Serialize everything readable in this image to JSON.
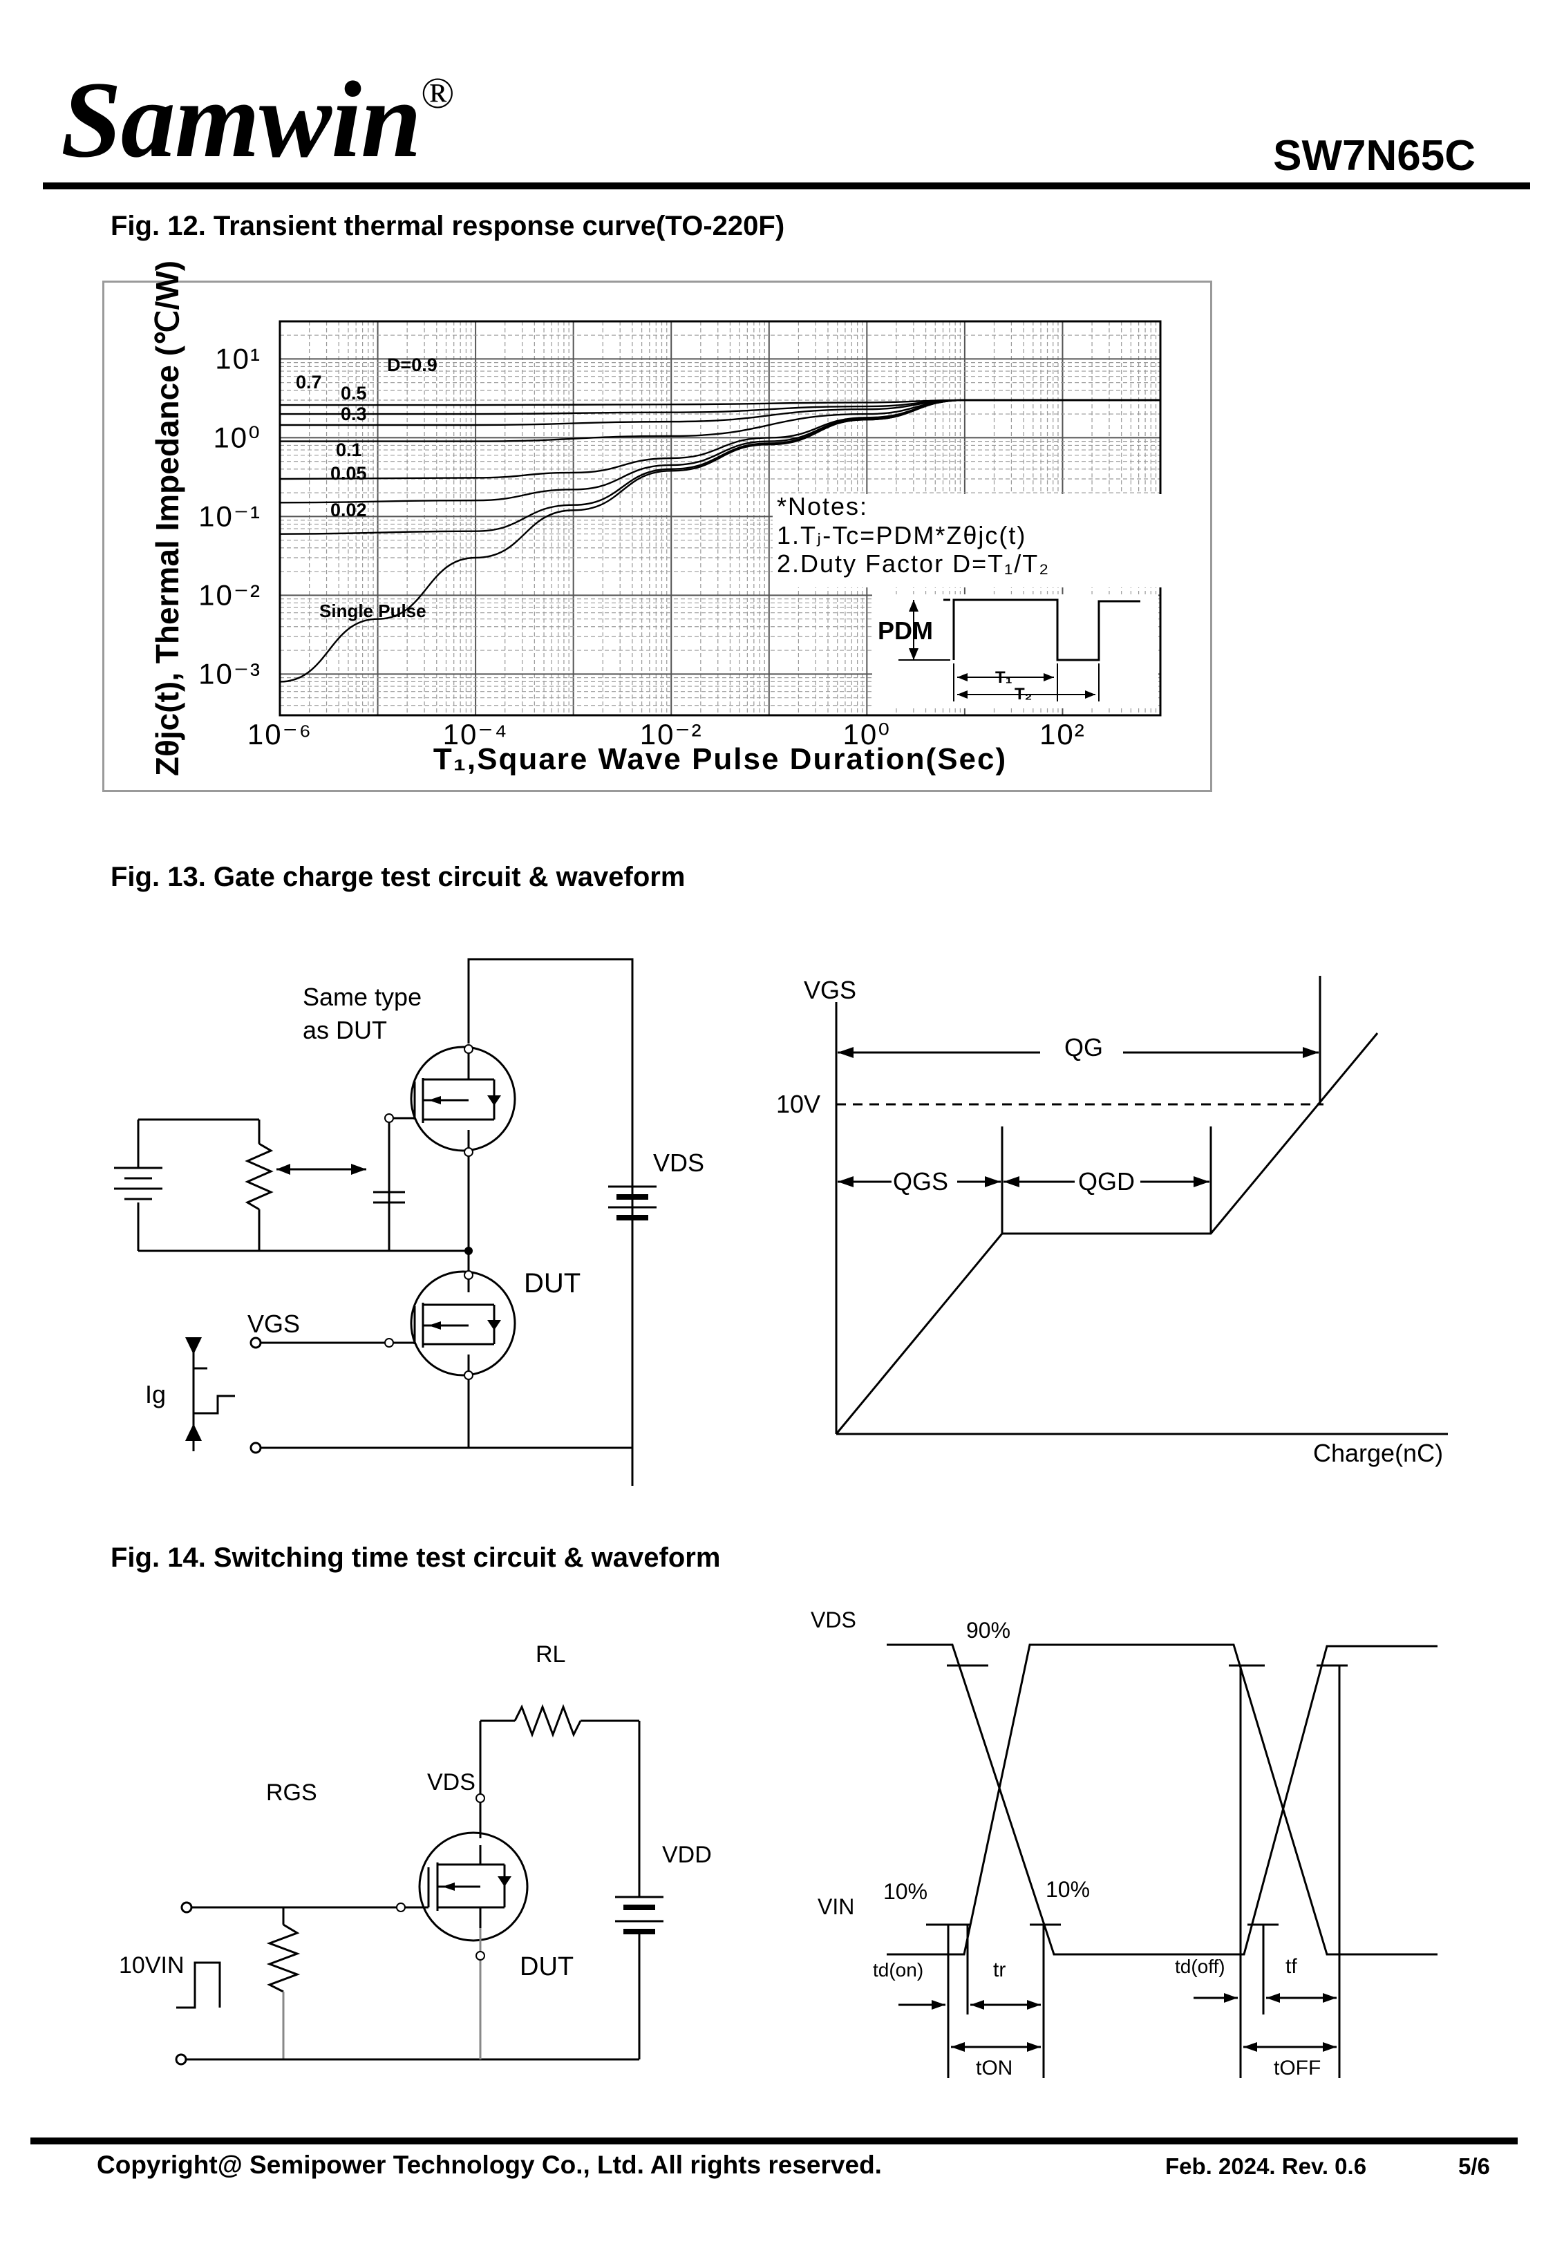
{
  "header": {
    "logo_text": "Samwin",
    "logo_mark": "®",
    "part_number": "SW7N65C"
  },
  "fig12": {
    "caption": "Fig. 12. Transient thermal response curve(TO-220F)",
    "ylabel": "Zθjc(t), Thermal Impedance (℃/W)",
    "xlabel": "T₁,Square Wave Pulse Duration(Sec)",
    "duty_labels": [
      "D=0.9",
      "0.7",
      "0.5",
      "0.3",
      "0.1",
      "0.05",
      "0.02",
      "Single Pulse"
    ],
    "notes": [
      "*Notes:",
      "1.Tⱼ-Tc=PDM*Zθjc(t)",
      "2.Duty Factor D=T₁/T₂"
    ],
    "inset_labels": {
      "pdm": "PDM",
      "t1": "T₁",
      "t2": "T₂"
    }
  },
  "fig13": {
    "caption": "Fig. 13. Gate charge test circuit & waveform",
    "circuit_labels": {
      "same_type": "Same type",
      "as_dut": "as DUT",
      "vds": "VDS",
      "vgs": "VGS",
      "dut": "DUT",
      "ig": "Ig"
    },
    "waveform_labels": {
      "vgs": "VGS",
      "qg": "QG",
      "v10": "10V",
      "qgs": "QGS",
      "qgd": "QGD",
      "xaxis": "Charge(nC)"
    }
  },
  "fig14": {
    "caption": "Fig. 14. Switching time test circuit & waveform",
    "circuit_labels": {
      "rl": "RL",
      "rgs": "RGS",
      "vds": "VDS",
      "vdd": "VDD",
      "vin": "10VIN",
      "dut": "DUT"
    },
    "waveform_labels": {
      "vds": "VDS",
      "vin": "VIN",
      "p90": "90%",
      "p10a": "10%",
      "p10b": "10%",
      "tdon": "td(on)",
      "tr": "tr",
      "ton": "tON",
      "tdoff": "td(off)",
      "tf": "tf",
      "toff": "tOFF"
    }
  },
  "chart_data": {
    "type": "line",
    "title": "Fig. 12. Transient thermal response curve(TO-220F)",
    "xlabel": "T₁,Square Wave Pulse Duration(Sec)",
    "ylabel": "Zθjc(t), Thermal Impedance (℃/W)",
    "x_scale": "log",
    "y_scale": "log",
    "xlim": [
      1e-06,
      1000
    ],
    "ylim": [
      0.0003,
      30
    ],
    "x_tick_labels": [
      "10⁻⁶",
      "10⁻⁴",
      "10⁻²",
      "10⁰",
      "10²"
    ],
    "y_tick_labels": [
      "10¹",
      "10⁰",
      "10⁻¹",
      "10⁻²",
      "10⁻³"
    ],
    "grid": true,
    "series": [
      {
        "name": "D=0.9",
        "x": [
          1e-06,
          0.0001,
          0.01,
          1,
          10,
          1000
        ],
        "y": [
          2.6,
          2.6,
          2.65,
          2.8,
          3.0,
          3.0
        ]
      },
      {
        "name": "0.7",
        "x": [
          1e-06,
          0.0001,
          0.01,
          1,
          10,
          1000
        ],
        "y": [
          2.0,
          2.0,
          2.1,
          2.5,
          3.0,
          3.0
        ]
      },
      {
        "name": "0.5",
        "x": [
          1e-06,
          0.0001,
          0.01,
          1,
          10,
          1000
        ],
        "y": [
          1.45,
          1.45,
          1.6,
          2.3,
          3.0,
          3.0
        ]
      },
      {
        "name": "0.3",
        "x": [
          1e-06,
          0.0001,
          0.01,
          1,
          10,
          1000
        ],
        "y": [
          0.9,
          0.9,
          1.05,
          2.0,
          3.0,
          3.0
        ]
      },
      {
        "name": "0.1",
        "x": [
          1e-06,
          0.0001,
          0.001,
          0.01,
          0.1,
          1,
          10,
          1000
        ],
        "y": [
          0.3,
          0.31,
          0.36,
          0.55,
          1.0,
          1.8,
          3.0,
          3.0
        ]
      },
      {
        "name": "0.05",
        "x": [
          1e-06,
          0.0001,
          0.001,
          0.01,
          0.1,
          1,
          10,
          1000
        ],
        "y": [
          0.15,
          0.16,
          0.22,
          0.45,
          0.9,
          1.75,
          3.0,
          3.0
        ]
      },
      {
        "name": "0.02",
        "x": [
          1e-06,
          0.0001,
          0.001,
          0.01,
          0.1,
          1,
          10,
          1000
        ],
        "y": [
          0.06,
          0.065,
          0.14,
          0.4,
          0.85,
          1.7,
          3.0,
          3.0
        ]
      },
      {
        "name": "Single Pulse",
        "x": [
          1e-06,
          1e-05,
          0.0001,
          0.001,
          0.01,
          0.1,
          1,
          10,
          1000
        ],
        "y": [
          0.0008,
          0.005,
          0.03,
          0.12,
          0.38,
          0.82,
          1.7,
          3.0,
          3.0
        ]
      }
    ]
  },
  "footer": {
    "copyright": "Copyright@ Semipower Technology Co., Ltd. All rights reserved.",
    "date_rev": "Feb. 2024. Rev. 0.6",
    "page": "5/6"
  }
}
